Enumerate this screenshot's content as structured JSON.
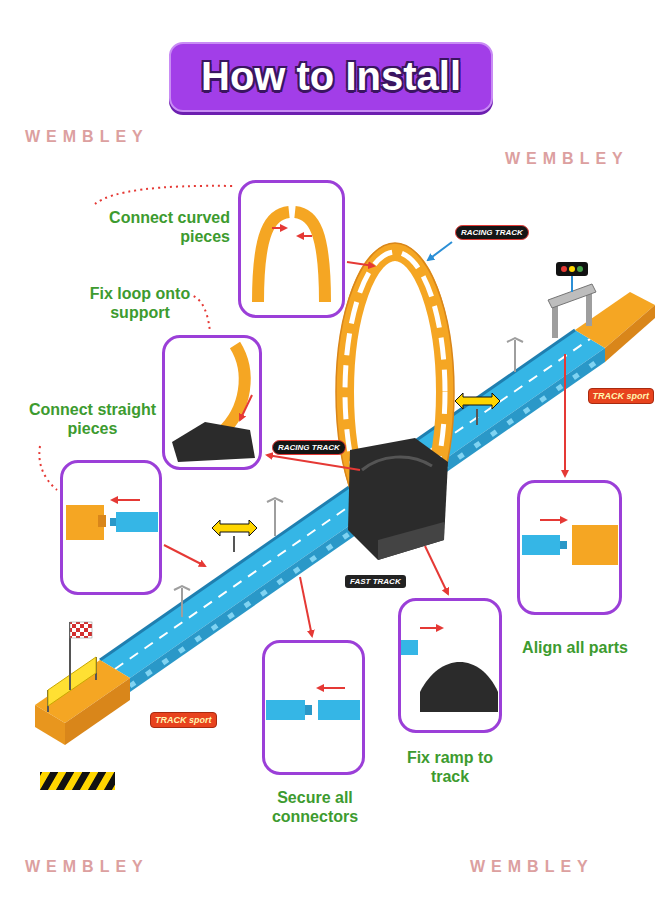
{
  "diagram": {
    "title": "How to Install",
    "nodes": [
      {
        "text": [
          "Connect curved pieces"
        ]
      },
      {
        "text": [
          "Fix loop onto support"
        ]
      },
      {
        "text": [
          "Connect straight pieces"
        ]
      },
      {
        "text": [
          "Align all parts"
        ]
      },
      {
        "text": [
          "Fix ramp to track"
        ]
      },
      {
        "text": [
          "Secure all connectors"
        ]
      }
    ],
    "labels": [
      "RACING TRACK",
      "TRACK sport",
      "RACING TRACK",
      "FAST TRACK",
      "TRACK sport",
      "WEMBLEY",
      "WEMBLEY",
      "WEMBLEY",
      "WEMBLEY"
    ]
  }
}
